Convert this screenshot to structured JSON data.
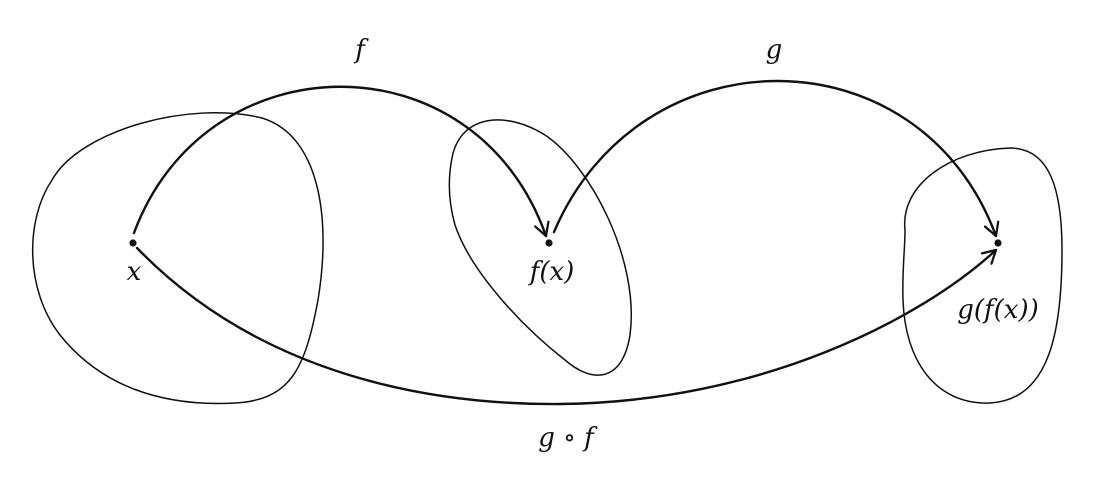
{
  "diagram": {
    "labels": {
      "f": "f",
      "g": "g",
      "x": "x",
      "fx": "f(x)",
      "gfx": "g(f(x))",
      "composition": "g ∘ f"
    }
  }
}
